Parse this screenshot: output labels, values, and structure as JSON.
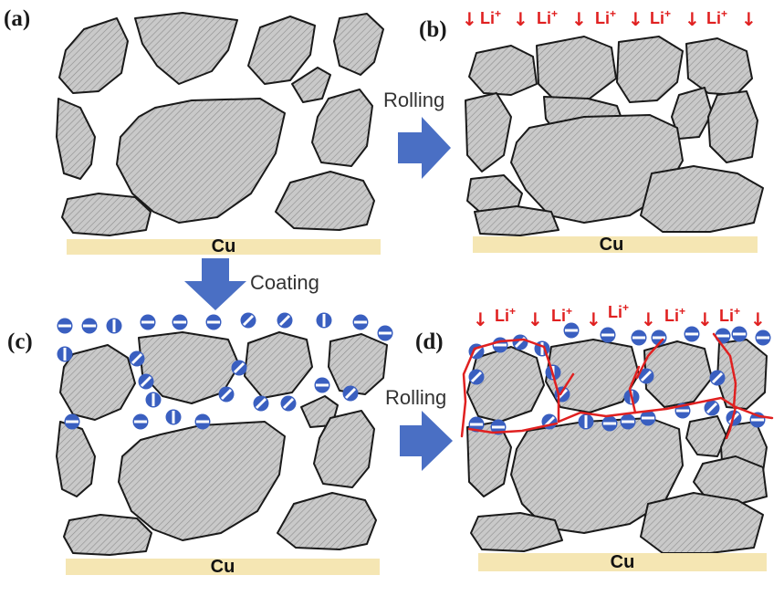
{
  "colors": {
    "particle": "#c9c9c9",
    "particle_hatch": "#8d8d8d",
    "current_collector": "#f5e6b3",
    "arrow": "#4a6fc4",
    "lithium": "#e02020",
    "coating_dot": "#3a5fc0"
  },
  "panels": {
    "a": {
      "letter": "(a)",
      "collector": "Cu"
    },
    "b": {
      "letter": "(b)",
      "collector": "Cu"
    },
    "c": {
      "letter": "(c)",
      "collector": "Cu"
    },
    "d": {
      "letter": "(d)",
      "collector": "Cu"
    }
  },
  "steps": {
    "rolling_top": "Rolling",
    "coating": "Coating",
    "rolling_bottom": "Rolling"
  },
  "ions": {
    "li": "Li",
    "charge": "+"
  },
  "icons": [
    "down-arrow-icon",
    "right-arrow-icon",
    "coating-particle-icon"
  ]
}
